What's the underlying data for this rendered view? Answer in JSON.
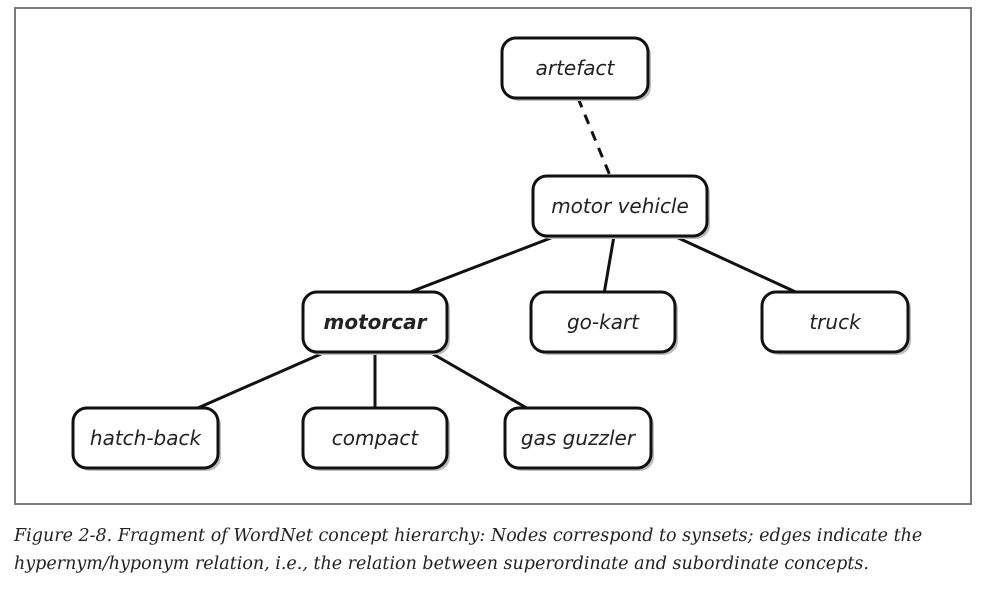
{
  "diagram": {
    "nodes": [
      {
        "id": "artefact",
        "label": "artefact",
        "bold": false
      },
      {
        "id": "motor-vehicle",
        "label": "motor vehicle",
        "bold": false
      },
      {
        "id": "motorcar",
        "label": "motorcar",
        "bold": true
      },
      {
        "id": "go-kart",
        "label": "go-kart",
        "bold": false
      },
      {
        "id": "truck",
        "label": "truck",
        "bold": false
      },
      {
        "id": "hatch-back",
        "label": "hatch-back",
        "bold": false
      },
      {
        "id": "compact",
        "label": "compact",
        "bold": false
      },
      {
        "id": "gas-guzzler",
        "label": "gas guzzler",
        "bold": false
      }
    ],
    "edges": [
      {
        "from": "artefact",
        "to": "motor-vehicle",
        "style": "dashed"
      },
      {
        "from": "motor-vehicle",
        "to": "motorcar",
        "style": "solid"
      },
      {
        "from": "motor-vehicle",
        "to": "go-kart",
        "style": "solid"
      },
      {
        "from": "motor-vehicle",
        "to": "truck",
        "style": "solid"
      },
      {
        "from": "motorcar",
        "to": "hatch-back",
        "style": "solid"
      },
      {
        "from": "motorcar",
        "to": "compact",
        "style": "solid"
      },
      {
        "from": "motorcar",
        "to": "gas-guzzler",
        "style": "solid"
      }
    ]
  },
  "caption": {
    "line1": "Figure 2-8. Fragment of WordNet concept hierarchy: Nodes correspond to synsets; edges indicate the",
    "line2": "hypernym/hyponym relation, i.e., the relation between superordinate and subordinate concepts."
  }
}
